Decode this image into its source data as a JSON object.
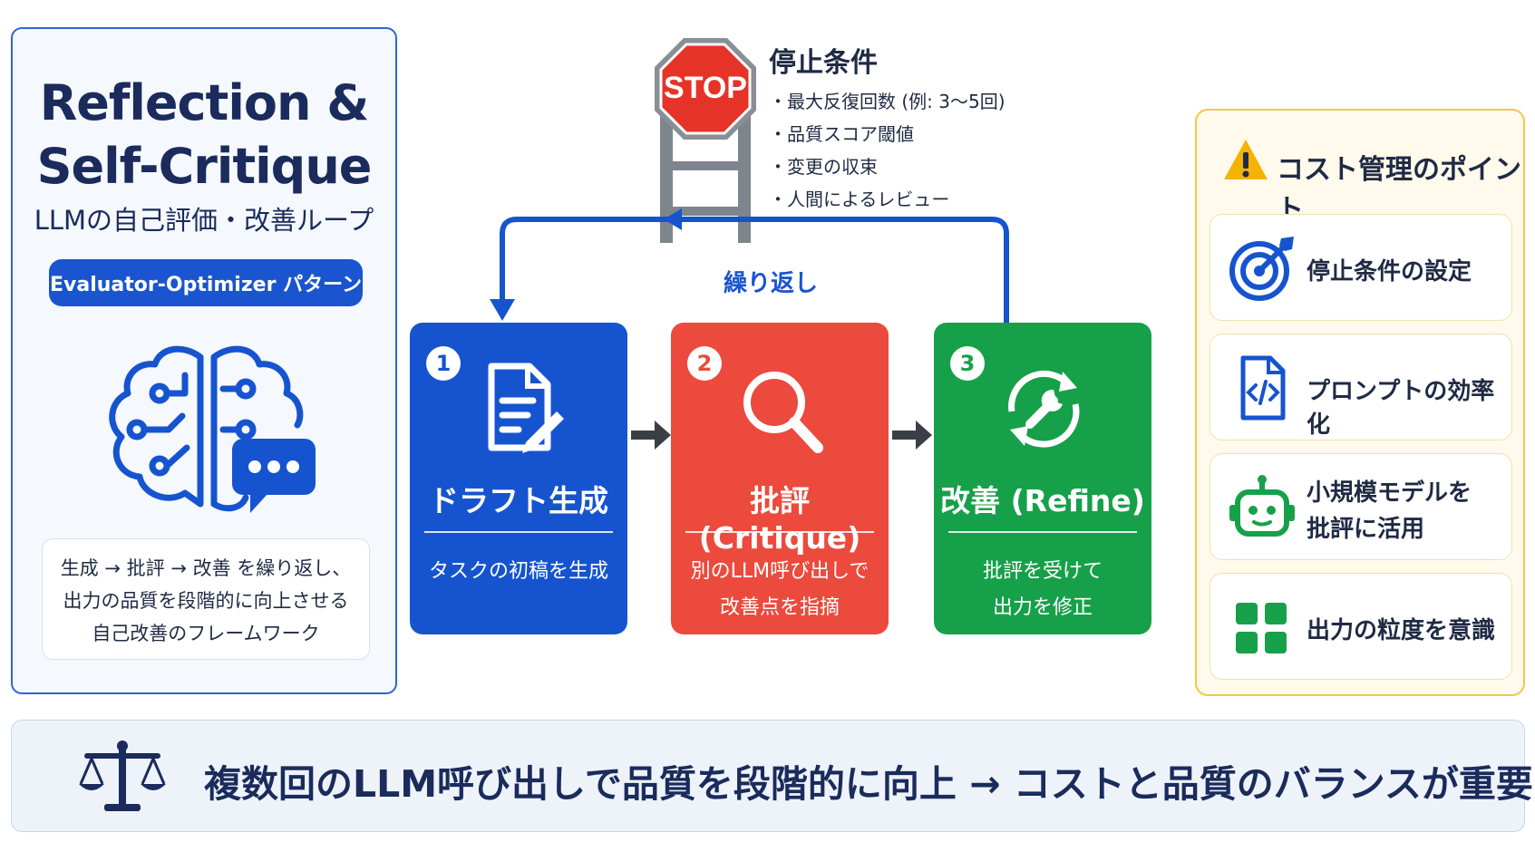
{
  "left_panel": {
    "title_line1": "Reflection &",
    "title_line2": "Self-Critique",
    "subtitle": "LLMの自己評価・改善ループ",
    "pattern": "Evaluator-Optimizer パターン",
    "desc_line1": "生成 → 批評 → 改善 を繰り返し、",
    "desc_line2": "出力の品質を段階的に向上させる",
    "desc_line3": "自己改善のフレームワーク",
    "icon": "brain-chat-icon"
  },
  "stop": {
    "sign_text": "STOP",
    "title": "停止条件",
    "items": [
      "・最大反復回数 (例: 3〜5回)",
      "・品質スコア閾値",
      "・変更の収束",
      "・人間によるレビュー"
    ]
  },
  "loop_label": "繰り返し",
  "steps": [
    {
      "num": "1",
      "title": "ドラフト生成",
      "desc1": "タスクの初稿を生成",
      "desc2": "",
      "icon": "document-pen-icon",
      "color": "#1654cf"
    },
    {
      "num": "2",
      "title": "批評 (Critique)",
      "desc1": "別のLLM呼び出しで",
      "desc2": "改善点を指摘",
      "icon": "magnifier-icon",
      "color": "#eb4a3d"
    },
    {
      "num": "3",
      "title": "改善 (Refine)",
      "desc1": "批評を受けて",
      "desc2": "出力を修正",
      "icon": "wrench-cycle-icon",
      "color": "#17a04a"
    }
  ],
  "cost_panel": {
    "title": "コスト管理のポイント",
    "header_icon": "warning-icon",
    "items": [
      {
        "line1": "停止条件の設定",
        "line2": "",
        "icon": "target-icon"
      },
      {
        "line1": "プロンプトの効率化",
        "line2": "",
        "icon": "code-file-icon"
      },
      {
        "line1": "小規模モデルを",
        "line2": "批評に活用",
        "icon": "robot-icon"
      },
      {
        "line1": "出力の粒度を意識",
        "line2": "",
        "icon": "grid-icon"
      }
    ]
  },
  "banner": {
    "text": "複数回のLLM呼び出しで品質を段階的に向上 → コストと品質のバランスが重要",
    "icon": "scale-icon"
  },
  "colors": {
    "blue": "#1654cf",
    "red": "#eb4a3d",
    "green": "#17a04a",
    "navy": "#1a2b5c",
    "gold": "#f2c84b"
  }
}
